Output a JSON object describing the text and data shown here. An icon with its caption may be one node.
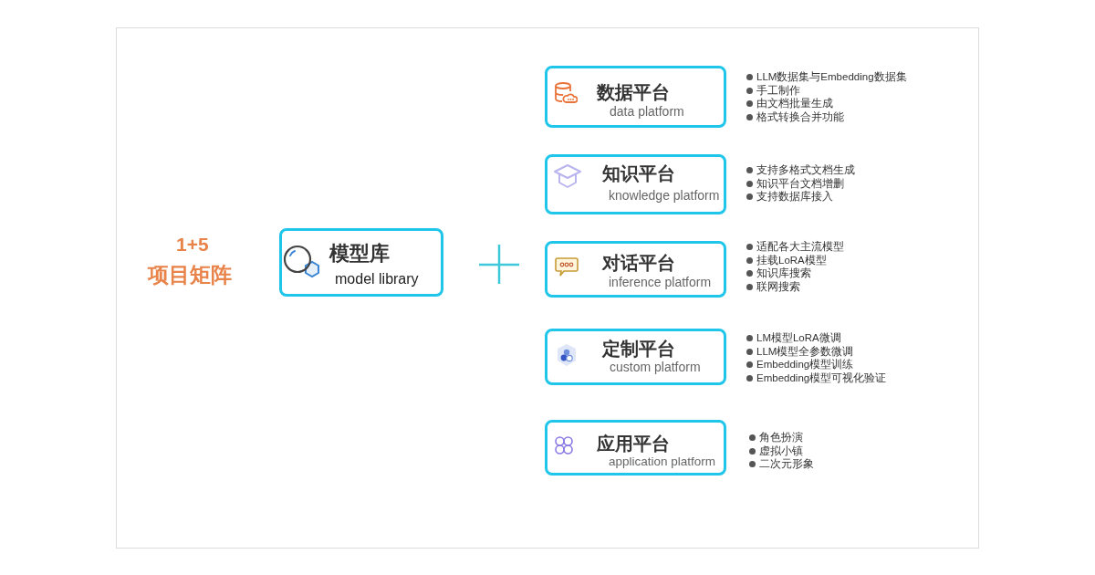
{
  "diagram": {
    "nodes": [
      {
        "text": [
          "模型库",
          "model library"
        ]
      },
      {
        "text": [
          "数据平台",
          "data platform"
        ],
        "beside": [
          "LLM数据集与Embedding数据集",
          "手工制作",
          "由文档批量生成",
          "格式转换合并功能"
        ]
      },
      {
        "text": [
          "知识平台",
          "knowledge platform"
        ],
        "beside": [
          "支持多格式文档生成",
          "知识平台文档增删",
          "支持数据库接入"
        ]
      },
      {
        "text": [
          "对话平台",
          "inference platform"
        ],
        "beside": [
          "适配各大主流模型",
          "挂载LoRA模型",
          "知识库搜索",
          "联网搜索"
        ]
      },
      {
        "text": [
          "定制平台",
          "custom platform"
        ],
        "beside": [
          "LM模型LoRA微调",
          "LLM模型全参数微调",
          "Embedding模型训练",
          "Embedding模型可视化验证"
        ]
      },
      {
        "text": [
          "应用平台",
          "application platform"
        ],
        "beside": [
          "角色扮演",
          "虚拟小镇",
          "二次元形象"
        ]
      }
    ],
    "labels": [
      "1+5",
      "项目矩阵"
    ]
  }
}
